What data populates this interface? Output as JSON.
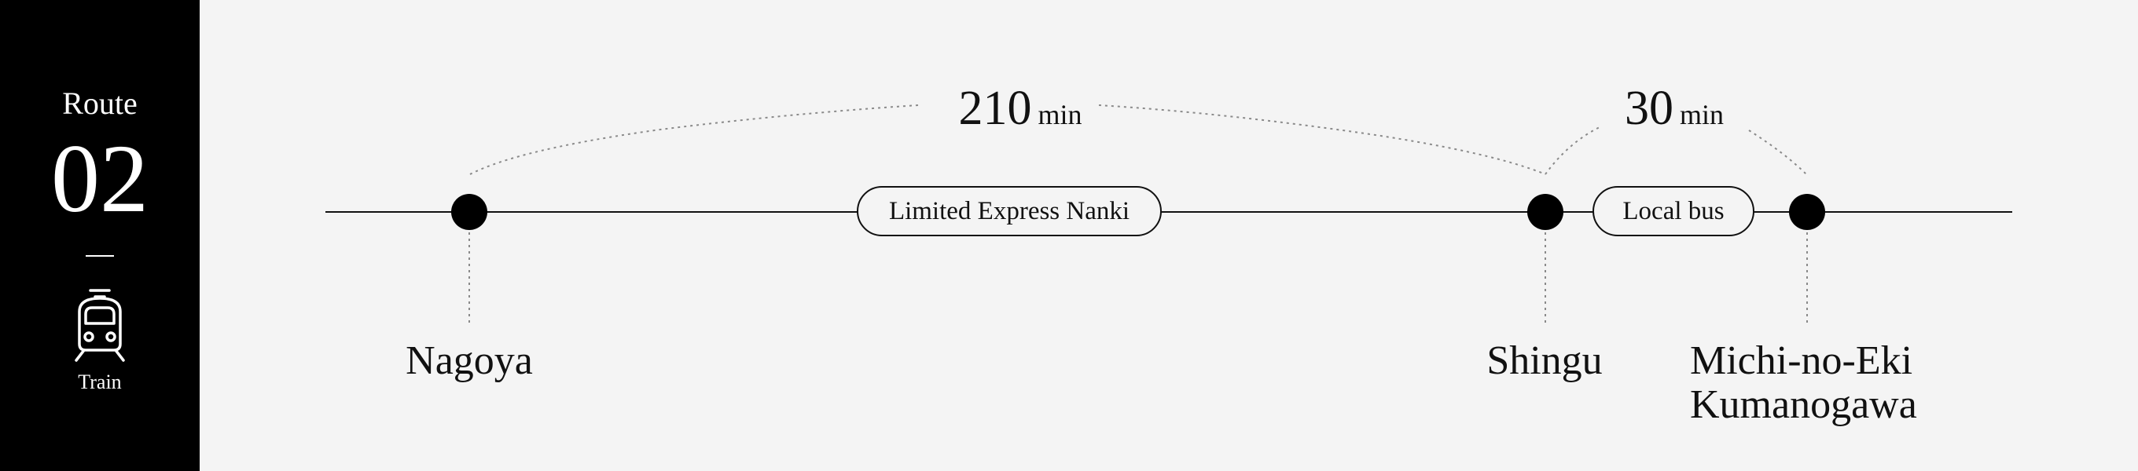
{
  "sidebar": {
    "route_label": "Route",
    "route_number": "02",
    "mode_icon": "train-icon",
    "mode_label": "Train",
    "background_color": "#000000",
    "text_color": "#ffffff"
  },
  "route": {
    "stations": [
      {
        "name_lines": [
          "Nagoya"
        ]
      },
      {
        "name_lines": [
          "Shingu"
        ]
      },
      {
        "name_lines": [
          "Michi-no-Eki",
          "Kumanogawa"
        ]
      }
    ],
    "segments": [
      {
        "mode": "Limited Express Nanki",
        "duration_value": "210",
        "duration_unit": "min"
      },
      {
        "mode": "Local bus",
        "duration_value": "30",
        "duration_unit": "min"
      }
    ]
  },
  "colors": {
    "background": "#f4f4f4",
    "line": "#111111",
    "dotted": "#8a8a8a"
  }
}
